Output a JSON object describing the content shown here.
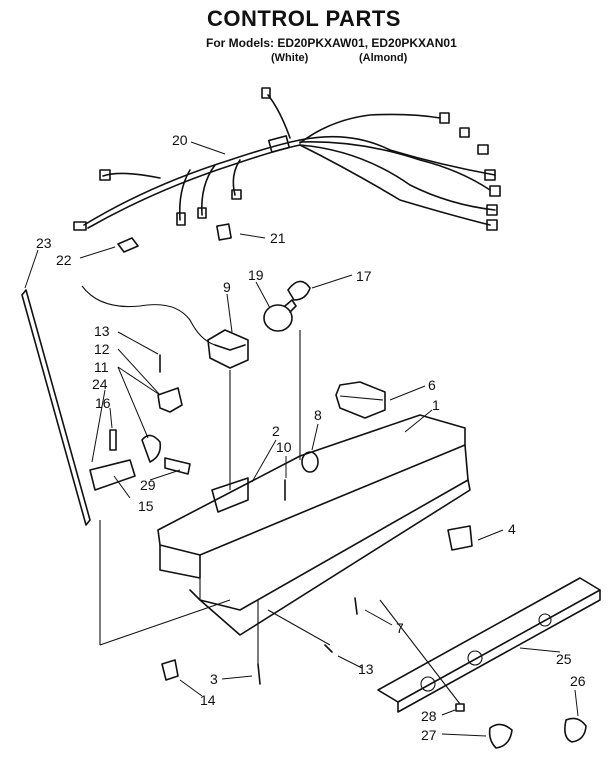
{
  "header": {
    "title": "CONTROL PARTS",
    "models_line": "For Models: ED20PKXAW01, ED20PKXAN01",
    "variant_white": "(White)",
    "variant_almond": "(Almond)"
  },
  "callouts": {
    "c1": "1",
    "c2": "2",
    "c3": "3",
    "c4": "4",
    "c6": "6",
    "c7": "7",
    "c8": "8",
    "c9": "9",
    "c10": "10",
    "c11": "11",
    "c12": "12",
    "c13a": "13",
    "c13b": "13",
    "c14": "14",
    "c15": "15",
    "c16": "16",
    "c17": "17",
    "c19": "19",
    "c20": "20",
    "c21": "21",
    "c22": "22",
    "c23": "23",
    "c24": "24",
    "c25": "25",
    "c26": "26",
    "c27": "27",
    "c28": "28",
    "c29": "29"
  }
}
